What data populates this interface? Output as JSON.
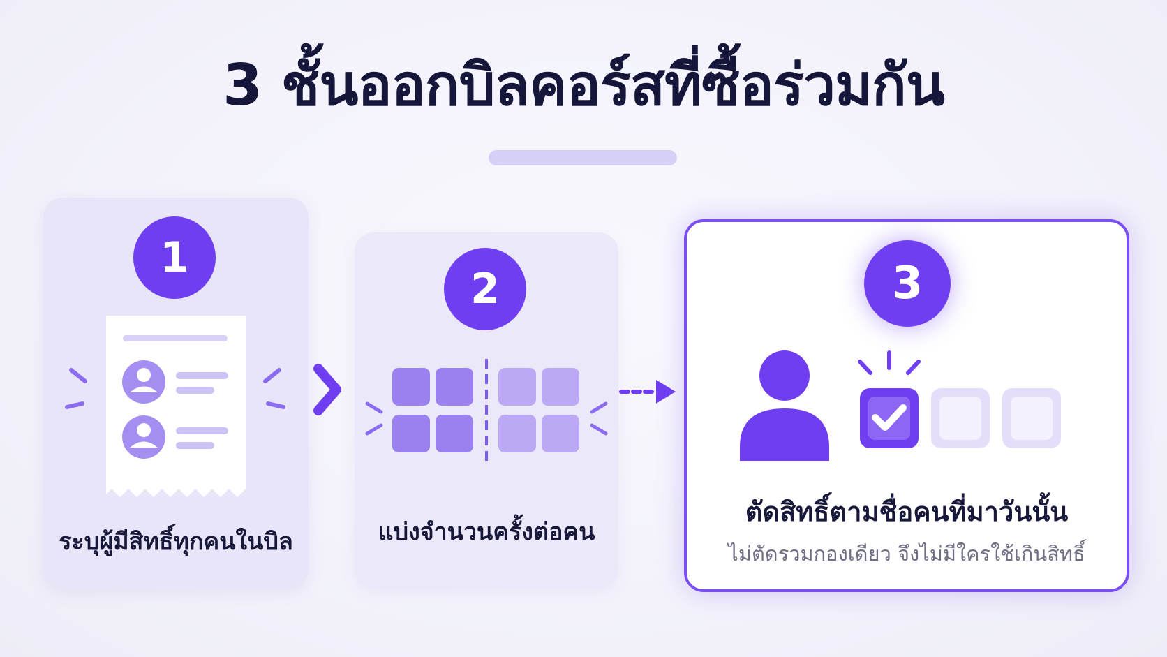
{
  "title": "3 ชั้นออกบิลคอร์สที่ซื้อร่วมกัน",
  "steps": [
    {
      "number": "1",
      "label": "ระบุผู้มีสิทธิ์ทุกคนในบิล"
    },
    {
      "number": "2",
      "label": "แบ่งจำนวนครั้งต่อคน"
    },
    {
      "number": "3",
      "label": "ตัดสิทธิ์ตามชื่อคนที่มาวันนั้น",
      "sublabel": "ไม่ตัดรวมกองเดียว จึงไม่มีใครใช้เกินสิทธิ์"
    }
  ],
  "icons": {
    "step1": "receipt-with-people-icon",
    "step2": "split-grid-icon",
    "step3": "person-checkbox-icon",
    "arrow1": "chevron-right-icon",
    "arrow2": "dashed-arrow-icon"
  },
  "colors": {
    "accent": "#6f3ef0",
    "light_accent": "#9b80f0",
    "title": "#15163a"
  }
}
